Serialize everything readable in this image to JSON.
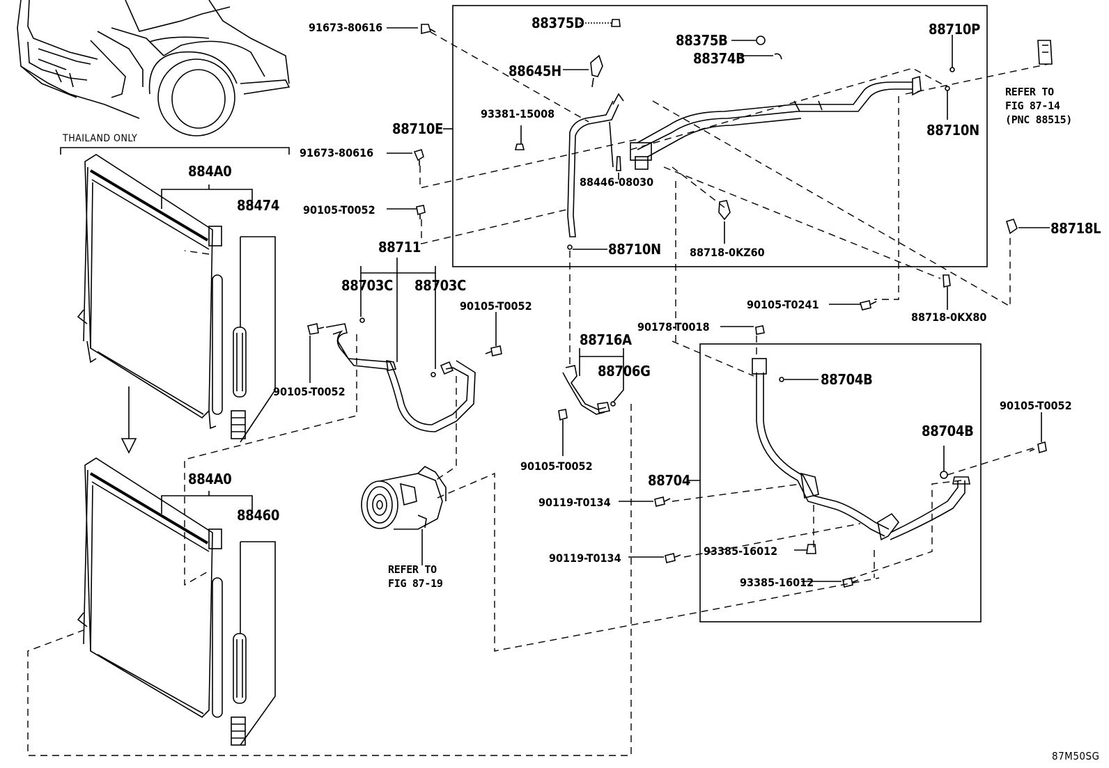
{
  "labels": {
    "p91673_80616_a": "91673-80616",
    "p88375D": "88375D",
    "p88375B": "88375B",
    "p88374B": "88374B",
    "p88710P": "88710P",
    "p88645H": "88645H",
    "p93381_15008": "93381-15008",
    "p88710E": "88710E",
    "p88710N_a": "88710N",
    "p91673_80616_b": "91673-80616",
    "p88446_08030": "88446-08030",
    "p90105_T0052_a": "90105-T0052",
    "p88711": "88711",
    "p88710N_b": "88710N",
    "p88718_0KZ60": "88718-0KZ60",
    "p88718L": "88718L",
    "p88703C_a": "88703C",
    "p88703C_b": "88703C",
    "p90105_T0052_b": "90105-T0052",
    "p90105_T0241": "90105-T0241",
    "p88718_0KX80": "88718-0KX80",
    "p90178_T0018": "90178-T0018",
    "p88716A": "88716A",
    "p88706G": "88706G",
    "p88704B_a": "88704B",
    "p90105_T0052_c": "90105-T0052",
    "p90105_T0052_d": "90105-T0052",
    "p88704B_b": "88704B",
    "p90105_T0052_e": "90105-T0052",
    "p88704": "88704",
    "p90119_T0134_a": "90119-T0134",
    "p90119_T0134_b": "90119-T0134",
    "p93385_16012_a": "93385-16012",
    "p93385_16012_b": "93385-16012",
    "p884A0_a": "884A0",
    "p88474": "88474",
    "p884A0_b": "884A0",
    "p88460": "88460"
  },
  "notes": {
    "thailand_only": "THAILAND ONLY",
    "refer_fig_87_14": "REFER TO\nFIG 87-14\n(PNC 88515)",
    "refer_fig_87_19": "REFER TO\nFIG 87-19",
    "diagram_code": "87M50SG"
  }
}
